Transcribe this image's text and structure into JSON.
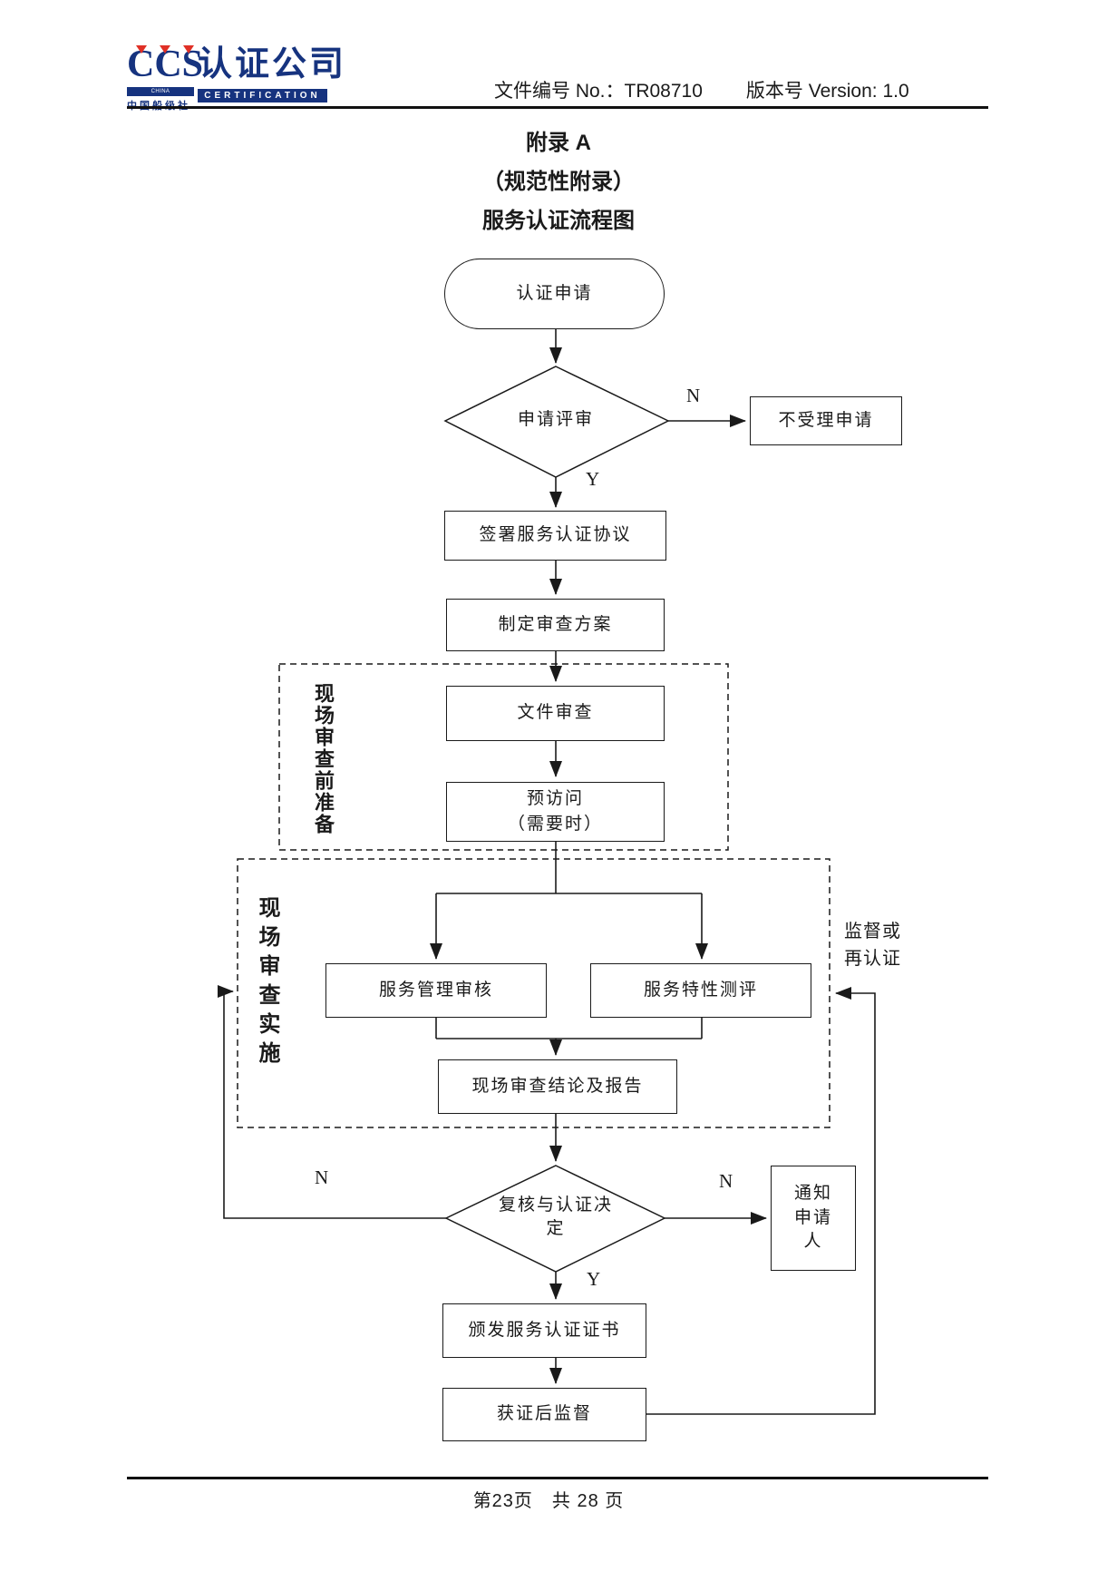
{
  "header": {
    "logo": {
      "ccs": "CCS",
      "society_en": "CHINA CLASSIFICATION SOCIETY",
      "society_cn": "中国船级社",
      "company_cn": "认证公司",
      "company_en": "CERTIFICATION",
      "brand_blue": "#16337f",
      "brand_red": "#e03026"
    },
    "doc_no": "文件编号 No.：TR08710",
    "version": "版本号 Version: 1.0"
  },
  "titles": {
    "appendix": "附录 A",
    "normative": "（规范性附录）",
    "flow_title": "服务认证流程图"
  },
  "flow": {
    "start": "认证申请",
    "review": "申请评审",
    "reject": "不受理申请",
    "sign": "签署服务认证协议",
    "plan": "制定审查方案",
    "doc_review": "文件审查",
    "previsit_line1": "预访问",
    "previsit_line2": "（需要时）",
    "mgmt_audit": "服务管理审核",
    "char_eval": "服务特性测评",
    "conclusion": "现场审查结论及报告",
    "decision": "复核与认证决定",
    "notify": "通知申请人",
    "issue": "颁发服务认证证书",
    "post_cert": "获证后监督",
    "labels": {
      "yes": "Y",
      "no": "N"
    },
    "groups": {
      "pre_audit": "现场审查前准备",
      "audit_impl": "现场审查实施",
      "supervision": "监督或再认证"
    }
  },
  "footer": {
    "page_info": "第23页　共 28 页"
  }
}
